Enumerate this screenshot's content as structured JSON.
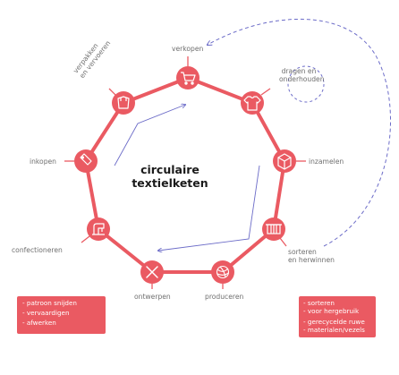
{
  "diagram": {
    "title_line1": "circulaire",
    "title_line2": "textielketen",
    "colors": {
      "accent": "#ea5a62",
      "dashed": "#6c6cc8",
      "label": "#6f6f6f",
      "title": "#1a1a1a"
    },
    "nodes": [
      {
        "id": "verkopen",
        "label": "verkopen",
        "icon": "shopping-cart-icon"
      },
      {
        "id": "dragen",
        "label": "dragen en onderhouden",
        "icon": "t-shirt-icon"
      },
      {
        "id": "inzamelen",
        "label": "inzamelen",
        "icon": "box-icon"
      },
      {
        "id": "sorteren",
        "label": "sorteren en herwinnen",
        "icon": "sorting-bin-icon"
      },
      {
        "id": "produceren",
        "label": "produceren",
        "icon": "yarn-ball-icon"
      },
      {
        "id": "ontwerpen",
        "label": "ontwerpen",
        "icon": "pencil-ruler-icon"
      },
      {
        "id": "confectioneren",
        "label": "confectioneren",
        "icon": "sewing-machine-icon"
      },
      {
        "id": "inkopen",
        "label": "inkopen",
        "icon": "tag-icon"
      },
      {
        "id": "verpakken",
        "label": "verpakken en vervoeren",
        "icon": "package-icon"
      }
    ],
    "labels": {
      "verkopen": "verkopen",
      "dragen_1": "dragen en",
      "dragen_2": "onderhouden",
      "inzamelen": "inzamelen",
      "sorteren_1": "sorteren",
      "sorteren_2": "en herwinnen",
      "produceren": "produceren",
      "ontwerpen": "ontwerpen",
      "confectioneren": "confectioneren",
      "inkopen": "inkopen",
      "verpakken_1": "verpakken",
      "verpakken_2": "en vervoeren"
    },
    "left_box": [
      "- patroon snijden",
      "- vervaardigen",
      "- afwerken"
    ],
    "right_box": [
      "- sorteren",
      "- voor hergebruik",
      "- gerecycelde ruwe",
      "- materialen/vezels"
    ]
  }
}
